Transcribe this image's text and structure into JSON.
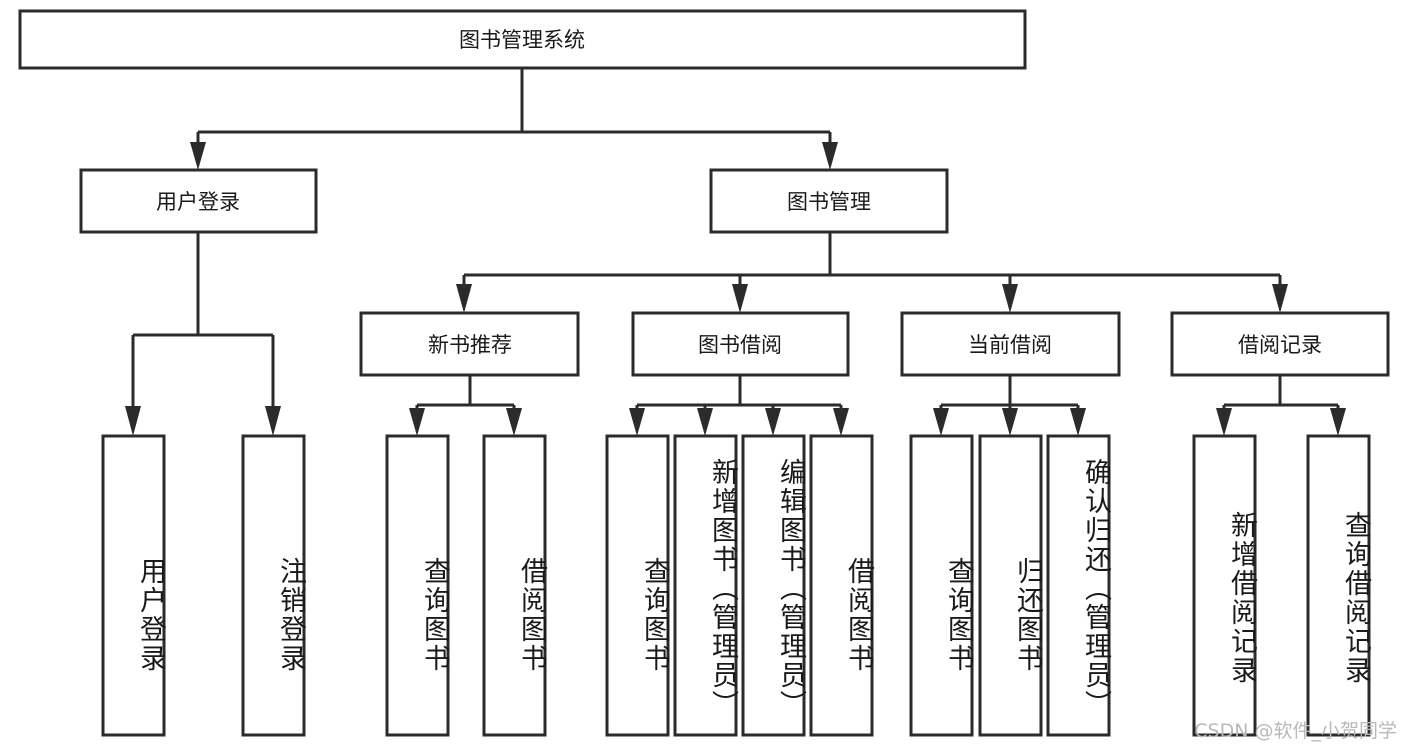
{
  "diagram": {
    "type": "tree-hierarchy-chart",
    "title": "图书管理系统",
    "watermark": "CSDN @软件_小贺同学",
    "colors": {
      "box_stroke": "#2b2b2b",
      "box_fill": "#ffffff",
      "text": "#1a1a1a",
      "background": "#ffffff",
      "watermark": "#b9b9b9"
    },
    "nodes": {
      "root": {
        "label": "图书管理系统"
      },
      "level2": [
        {
          "id": "user-login",
          "label": "用户登录"
        },
        {
          "id": "book-manage",
          "label": "图书管理"
        }
      ],
      "level3": [
        {
          "id": "new-book-recommend",
          "label": "新书推荐"
        },
        {
          "id": "book-borrow",
          "label": "图书借阅"
        },
        {
          "id": "current-borrow",
          "label": "当前借阅"
        },
        {
          "id": "borrow-record",
          "label": "借阅记录"
        }
      ],
      "leaves": {
        "user-login": [
          {
            "id": "leaf-user-login",
            "label": "用户登录"
          },
          {
            "id": "leaf-logout-login",
            "label": "注销登录"
          }
        ],
        "new-book-recommend": [
          {
            "id": "leaf-query-book-1",
            "label": "查询图书"
          },
          {
            "id": "leaf-borrow-book-1",
            "label": "借阅图书"
          }
        ],
        "book-borrow": [
          {
            "id": "leaf-query-book-2",
            "label": "查询图书"
          },
          {
            "id": "leaf-add-book-admin",
            "label": "新增图书（管理员）"
          },
          {
            "id": "leaf-edit-book-admin",
            "label": "编辑图书（管理员）"
          },
          {
            "id": "leaf-borrow-book-2",
            "label": "借阅图书"
          }
        ],
        "current-borrow": [
          {
            "id": "leaf-query-book-3",
            "label": "查询图书"
          },
          {
            "id": "leaf-return-book",
            "label": "归还图书"
          },
          {
            "id": "leaf-confirm-return-admin",
            "label": "确认归还（管理员）"
          }
        ],
        "borrow-record": [
          {
            "id": "leaf-add-borrow-record",
            "label": "新增借阅记录"
          },
          {
            "id": "leaf-query-borrow-record",
            "label": "查询借阅记录"
          }
        ]
      }
    }
  }
}
